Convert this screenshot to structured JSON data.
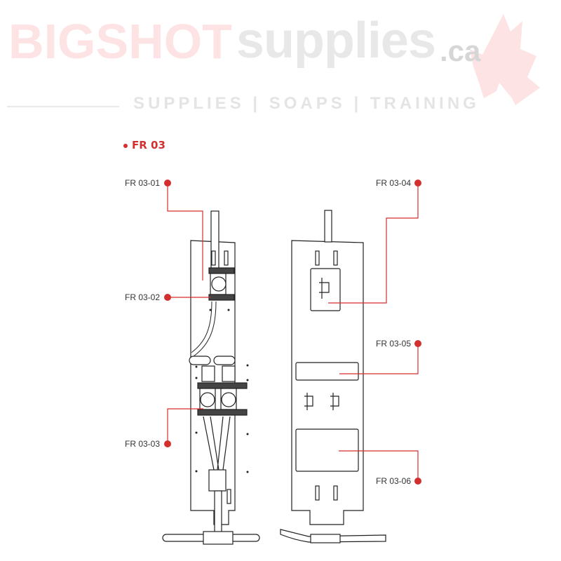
{
  "logo": {
    "brand": "BIGSHOT",
    "name": "supplies",
    "tld": ".ca",
    "tagline": "SUPPLIES | SOAPS | TRAINING"
  },
  "title": "FR 03",
  "callouts": [
    {
      "id": "FR 03-01"
    },
    {
      "id": "FR 03-02"
    },
    {
      "id": "FR 03-03"
    },
    {
      "id": "FR 03-04"
    },
    {
      "id": "FR 03-05"
    },
    {
      "id": "FR 03-06"
    }
  ],
  "colors": {
    "accent": "#d32f2f",
    "line": "#222222",
    "logo_red": "#fde3e3",
    "logo_grey": "#e8e8e8"
  }
}
